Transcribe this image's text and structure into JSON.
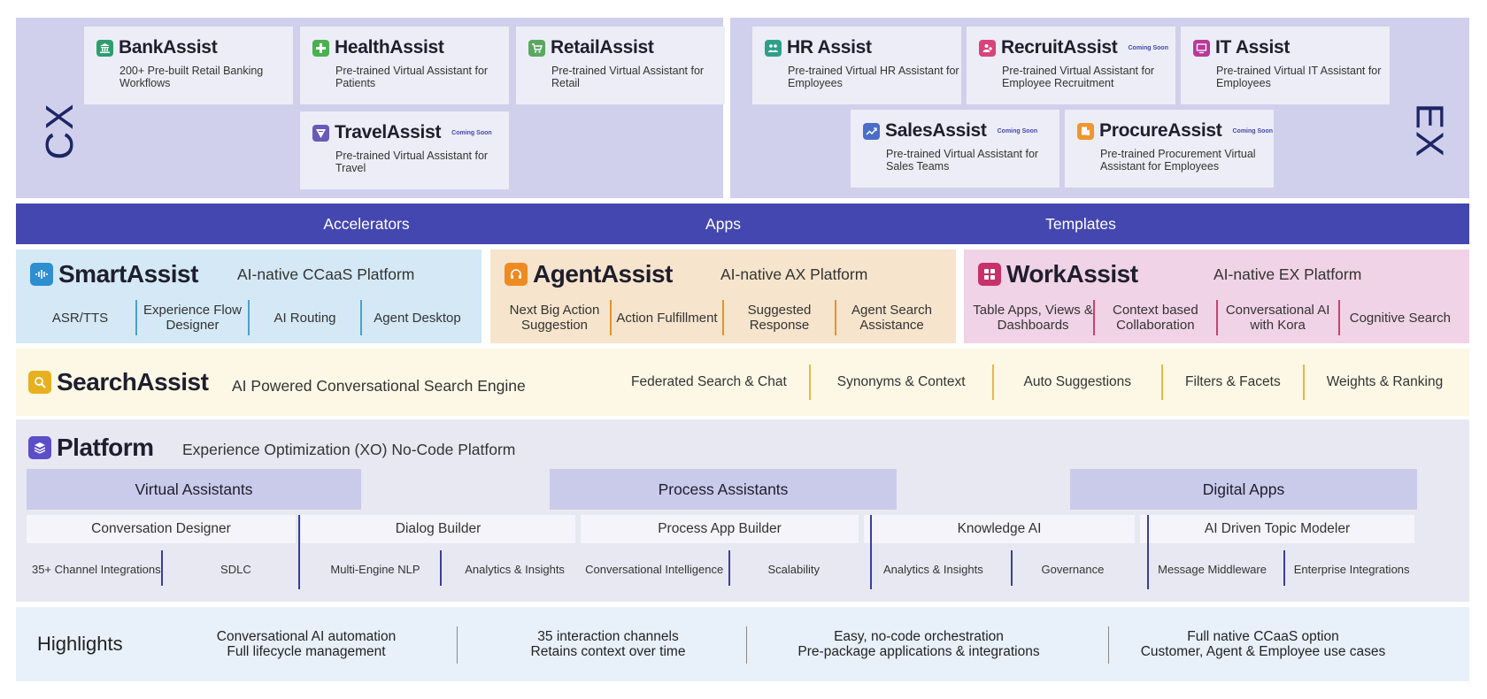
{
  "cx": {
    "label": "CX",
    "cards": [
      {
        "title": "BankAssist",
        "desc": "200+ Pre-built Retail Banking Workflows",
        "icon": "bank-icon",
        "color": "#2e9e6e",
        "coming": ""
      },
      {
        "title": "HealthAssist",
        "desc": "Pre-trained Virtual Assistant for Patients",
        "icon": "health-plus-icon",
        "color": "#4cb050",
        "coming": ""
      },
      {
        "title": "RetailAssist",
        "desc": "Pre-trained Virtual Assistant for Retail",
        "icon": "cart-icon",
        "color": "#5aa860",
        "coming": ""
      },
      {
        "title": "TravelAssist",
        "desc": "Pre-trained Virtual Assistant for Travel",
        "icon": "travel-icon",
        "color": "#6a5ab8",
        "coming": "Coming Soon"
      }
    ]
  },
  "ex": {
    "label": "EX",
    "cards": [
      {
        "title": "HR Assist",
        "desc": "Pre-trained Virtual HR Assistant for Employees",
        "icon": "people-icon",
        "color": "#2ea08a",
        "coming": ""
      },
      {
        "title": "RecruitAssist",
        "desc": "Pre-trained Virtual Assistant for Employee Recruitment",
        "icon": "recruit-icon",
        "color": "#d8447a",
        "coming": "Coming Soon"
      },
      {
        "title": "IT Assist",
        "desc": "Pre-trained Virtual IT Assistant for Employees",
        "icon": "it-icon",
        "color": "#b83a9a",
        "coming": ""
      },
      {
        "title": "SalesAssist",
        "desc": "Pre-trained Virtual Assistant for Sales Teams",
        "icon": "sales-chart-icon",
        "color": "#4a6ec8",
        "coming": "Coming Soon"
      },
      {
        "title": "ProcureAssist",
        "desc": "Pre-trained Procurement Virtual Assistant for Employees",
        "icon": "procure-icon",
        "color": "#f0962e",
        "coming": "Coming Soon"
      }
    ]
  },
  "band": {
    "accelerators": "Accelerators",
    "apps": "Apps",
    "templates": "Templates"
  },
  "smart": {
    "title": "SmartAssist",
    "subtitle": "AI-native CCaaS Platform",
    "color": "#2e8ed0",
    "items": [
      "ASR/TTS",
      "Experience Flow Designer",
      "AI Routing",
      "Agent Desktop"
    ]
  },
  "agent": {
    "title": "AgentAssist",
    "subtitle": "AI-native AX Platform",
    "color": "#ee8a22",
    "items": [
      "Next Big Action Suggestion",
      "Action Fulfillment",
      "Suggested Response",
      "Agent Search Assistance"
    ]
  },
  "work": {
    "title": "WorkAssist",
    "subtitle": "AI-native EX Platform",
    "color": "#c8306a",
    "items": [
      "Table Apps, Views & Dashboards",
      "Context based Collaboration",
      "Conversational AI with Kora",
      "Cognitive Search"
    ]
  },
  "search": {
    "title": "SearchAssist",
    "subtitle": "AI Powered Conversational Search Engine",
    "color": "#e8b020",
    "items": [
      "Federated Search & Chat",
      "Synonyms & Context",
      "Auto Suggestions",
      "Filters & Facets",
      "Weights & Ranking"
    ]
  },
  "platform": {
    "title": "Platform",
    "subtitle": "Experience Optimization (XO) No-Code Platform",
    "color": "#5a4fc8",
    "pills": [
      "Virtual Assistants",
      "Process Assistants",
      "Digital Apps"
    ],
    "builders": [
      "Conversation Designer",
      "Dialog Builder",
      "Process App Builder",
      "Knowledge AI",
      "AI Driven Topic Modeler"
    ],
    "subs": [
      "35+ Channel Integrations",
      "SDLC",
      "Multi-Engine NLP",
      "Analytics & Insights",
      "Conversational Intelligence",
      "Scalability",
      "Analytics & Insights",
      "Governance",
      "Message Middleware",
      "Enterprise Integrations"
    ]
  },
  "highlights": {
    "title": "Highlights",
    "items": [
      [
        "Conversational AI automation",
        "Full lifecycle management"
      ],
      [
        "35 interaction channels",
        "Retains context over time"
      ],
      [
        "Easy, no-code orchestration",
        "Pre-package applications & integrations"
      ],
      [
        "Full native CCaaS option",
        "Customer, Agent & Employee use cases"
      ]
    ]
  }
}
